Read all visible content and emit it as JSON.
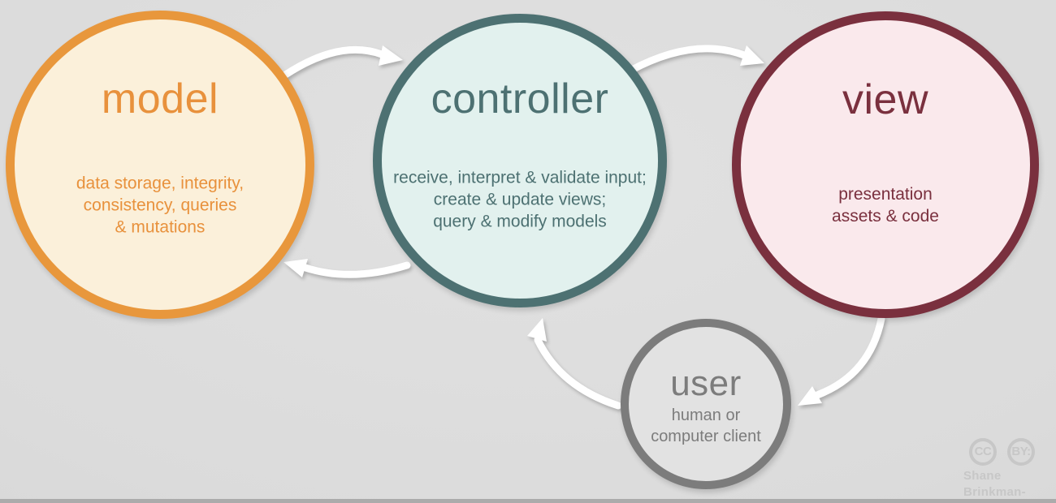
{
  "diagram": {
    "title_context": "model-view-controller cycle",
    "nodes": {
      "model": {
        "title": "model",
        "desc": [
          "data storage, integrity,",
          "consistency, queries",
          "& mutations"
        ],
        "border_color": "#E8973C",
        "fill_color": "#FBF0DA",
        "text_color": "#E8913C"
      },
      "controller": {
        "title": "controller",
        "desc": [
          "receive, interpret & validate input;",
          "create & update views;",
          "query & modify models"
        ],
        "border_color": "#4D7172",
        "fill_color": "#E2F1EE",
        "text_color": "#4D7172"
      },
      "view": {
        "title": "view",
        "desc": [
          "presentation",
          "assets & code"
        ],
        "border_color": "#7A303E",
        "fill_color": "#FAE9EC",
        "text_color": "#7A303E"
      },
      "user": {
        "title": "user",
        "desc": [
          "human or",
          "computer client"
        ],
        "border_color": "#7C7C7C",
        "fill_color": "#E2E2E2",
        "text_color": "#7C7C7C"
      }
    },
    "arrows": [
      {
        "from": "model",
        "to": "controller"
      },
      {
        "from": "controller",
        "to": "view"
      },
      {
        "from": "controller",
        "to": "model"
      },
      {
        "from": "view",
        "to": "user"
      },
      {
        "from": "user",
        "to": "controller"
      }
    ],
    "arrow_color": "#FFFFFF",
    "watermark": {
      "cc_label": "CC",
      "by_label": "BY:",
      "author_line1": "Shane",
      "author_line2": "Brinkman-Davis",
      "color": "#C7C7C7"
    },
    "background": {
      "base_color": "#DBDBDB",
      "bottom_strip_color": "#ABABAB"
    }
  }
}
